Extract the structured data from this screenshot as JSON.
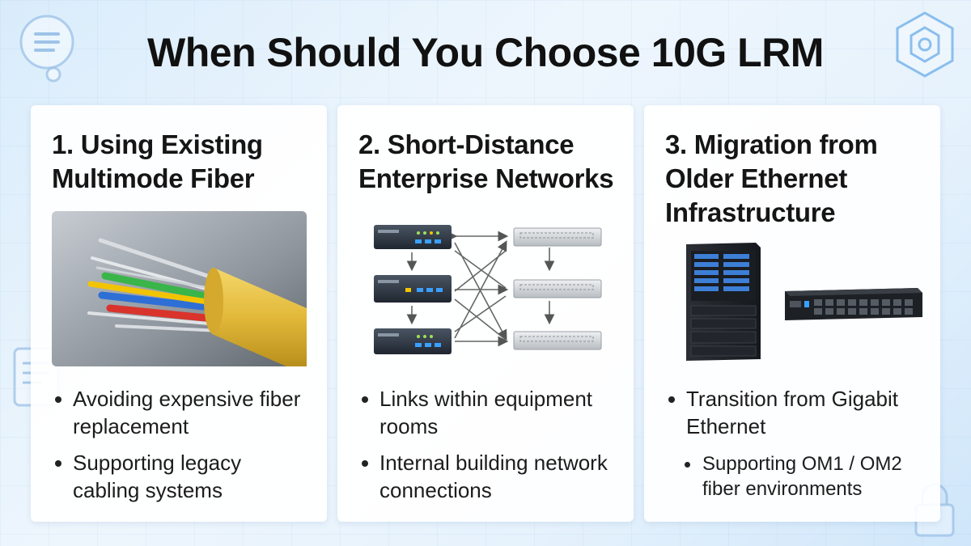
{
  "title": "When Should You Choose 10G LRM",
  "cards": [
    {
      "title_line1": "1. Using Existing",
      "title_line2": "Multimode Fiber",
      "illustration": "fiber-optic-cable",
      "bullets": [
        "Avoiding expensive fiber replacement",
        "Supporting legacy cabling systems"
      ]
    },
    {
      "title_line1": "2. Short-Distance",
      "title_line2": "Enterprise Networks",
      "illustration": "network-topology",
      "bullets": [
        "Links within equipment rooms",
        "Internal building network connections"
      ]
    },
    {
      "title_line1": "3. Migration from",
      "title_line2": "Older Ethernet",
      "title_line3": "Infrastructure",
      "illustration": "server-rack-and-switch",
      "bullets": [
        "Transition from Gigabit Ethernet"
      ],
      "sub_bullets": [
        "Supporting OM1 / OM2 fiber environments"
      ]
    }
  ],
  "colors": {
    "background": "#e6f2fc",
    "card": "#ffffff",
    "fiber_jacket": "#e8c04a",
    "fiber_green": "#39b54a",
    "fiber_blue": "#2e6fd6",
    "fiber_red": "#d9342b",
    "fiber_yellow": "#f2c400"
  },
  "decor_icons": [
    "document-icon",
    "hexagon-network-icon",
    "form-icon",
    "lock-icon"
  ]
}
